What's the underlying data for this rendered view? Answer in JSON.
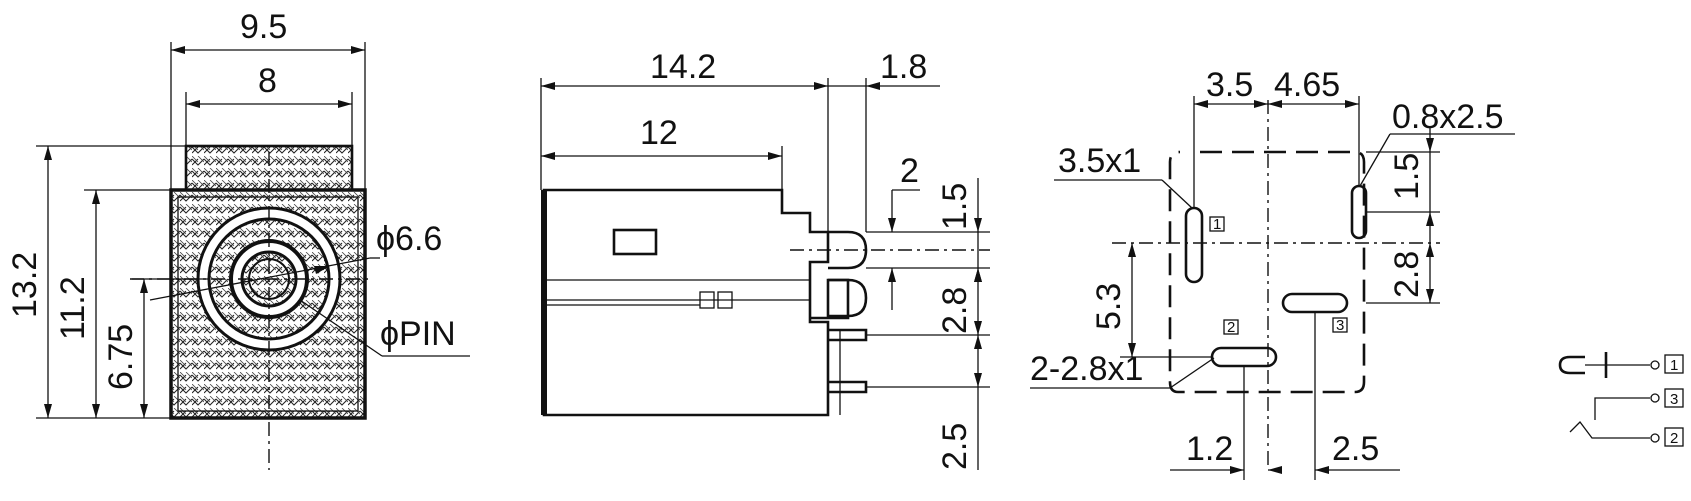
{
  "front_view": {
    "width_overall": "9.5",
    "width_inner": "8",
    "height_overall": "13.2",
    "height_body": "11.2",
    "center_height": "6.75",
    "jack_diameter": "ϕ6.6",
    "pin_diameter": "ϕPIN"
  },
  "side_view": {
    "length_overall": "14.2",
    "length_body": "12",
    "nose_length": "1.8",
    "nose_step": "2",
    "nose_offset": "1.5",
    "pin_spacing_upper": "2.8",
    "pin_spacing_lower": "2.5"
  },
  "footprint": {
    "offset_left": "3.5",
    "offset_right": "4.65",
    "slot_size": "0.8x2.5",
    "hole_size": "3.5x1",
    "top_offset": "1.5",
    "vertical_pitch": "2.8",
    "vertical_offset": "5.3",
    "pin_hole_size": "2-2.8x1",
    "bottom_offset_left": "1.2",
    "bottom_offset_right": "2.5",
    "pin_labels": [
      "1",
      "2",
      "3"
    ]
  },
  "schematic": {
    "pins": [
      "1",
      "3",
      "2"
    ]
  }
}
